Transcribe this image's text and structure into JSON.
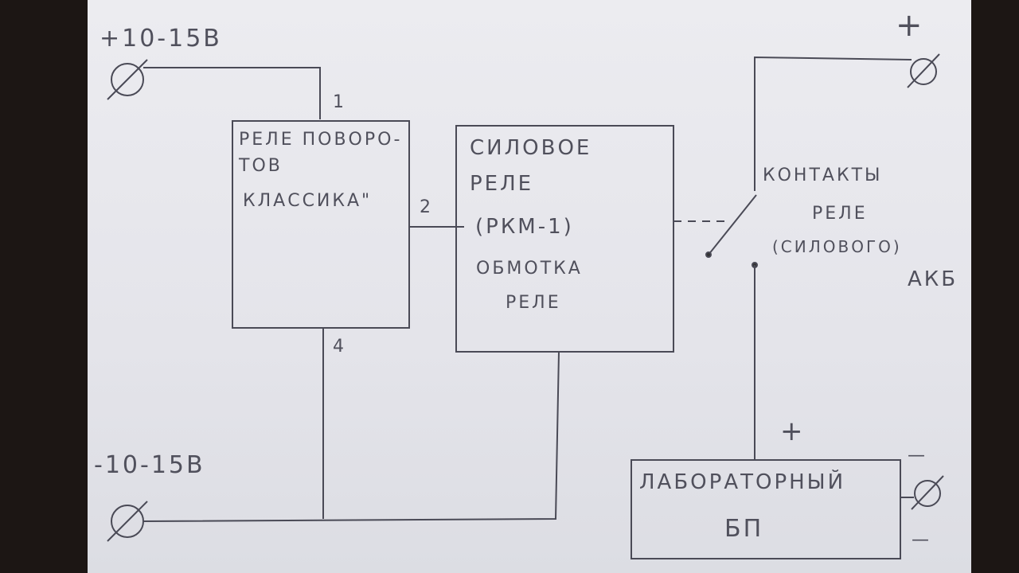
{
  "diagram": {
    "plus_supply_label": "+10-15В",
    "minus_supply_label": "-10-15В",
    "turn_relay": {
      "line1": "РЕЛЕ ПОВОРО-",
      "line2": "ТОВ",
      "line3": "КЛАССИКА\"",
      "pin1": "1",
      "pin2": "2",
      "pin4": "4"
    },
    "power_relay": {
      "line1": "СИЛОВОЕ",
      "line2": "РЕЛЕ",
      "line3": "(РКМ-1)",
      "line4": "ОБМОТКА",
      "line5": "РЕЛЕ"
    },
    "contacts": {
      "line1": "КОНТАКТЫ",
      "line2": "РЕЛЕ",
      "line3": "(СИЛОВОГО)"
    },
    "battery_label": "АКБ",
    "battery_plus": "+",
    "lab_psu": {
      "line1": "ЛАБОРАТОРНЫЙ",
      "line2": "БП",
      "plus": "+",
      "minus_top": "—",
      "minus_bottom": "—"
    },
    "ink_color": "#50505c"
  }
}
